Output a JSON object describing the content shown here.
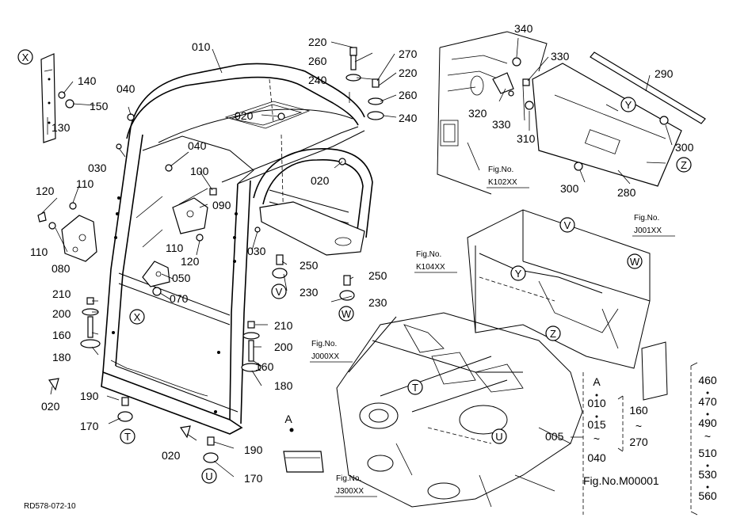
{
  "callouts": {
    "c010": "010",
    "c020a": "020",
    "c020b": "020",
    "c020c": "020",
    "c020d": "020",
    "c030a": "030",
    "c030b": "030",
    "c040a": "040",
    "c040b": "040",
    "c050": "050",
    "c070": "070",
    "c080": "080",
    "c090": "090",
    "c100": "100",
    "c110a": "110",
    "c110b": "110",
    "c110c": "110",
    "c120a": "120",
    "c120b": "120",
    "c130": "130",
    "c140": "140",
    "c150": "150",
    "c160a": "160",
    "c160b": "160",
    "c170a": "170",
    "c170b": "170",
    "c180a": "180",
    "c180b": "180",
    "c190a": "190",
    "c190b": "190",
    "c200a": "200",
    "c200b": "200",
    "c210a": "210",
    "c210b": "210",
    "c220a": "220",
    "c220b": "220",
    "c230a": "230",
    "c230b": "230",
    "c240a": "240",
    "c240b": "240",
    "c250a": "250",
    "c250b": "250",
    "c260a": "260",
    "c260b": "260",
    "c270": "270",
    "c280": "280",
    "c290": "290",
    "c300a": "300",
    "c300b": "300",
    "c310": "310",
    "c320": "320",
    "c330a": "330",
    "c330b": "330",
    "c340": "340",
    "c005": "005"
  },
  "markers": {
    "x1": "X",
    "x2": "X",
    "v1": "V",
    "v2": "V",
    "w1": "W",
    "w2": "W",
    "t1": "T",
    "t2": "T",
    "u1": "U",
    "u2": "U",
    "y1": "Y",
    "y2": "Y",
    "z1": "Z",
    "z2": "Z",
    "a_detail": "A"
  },
  "fig_refs": {
    "k102": [
      "Fig.No.",
      "K102XX"
    ],
    "j001": [
      "Fig.No.",
      "J001XX"
    ],
    "k104": [
      "Fig.No.",
      "K104XX"
    ],
    "j000": [
      "Fig.No.",
      "J000XX"
    ],
    "j300": [
      "Fig.No.",
      "J300XX"
    ]
  },
  "serial_range_1": {
    "header": "A",
    "items": [
      "010",
      "015",
      "~",
      "040"
    ],
    "fig": "Fig.No.M00001"
  },
  "serial_range_2": {
    "from": "160",
    "sep": "~",
    "to": "270"
  },
  "serial_range_3": {
    "items": [
      "460",
      "470",
      "490",
      "~",
      "510",
      "530",
      "560"
    ]
  },
  "footer_code": "RD578-072-10"
}
